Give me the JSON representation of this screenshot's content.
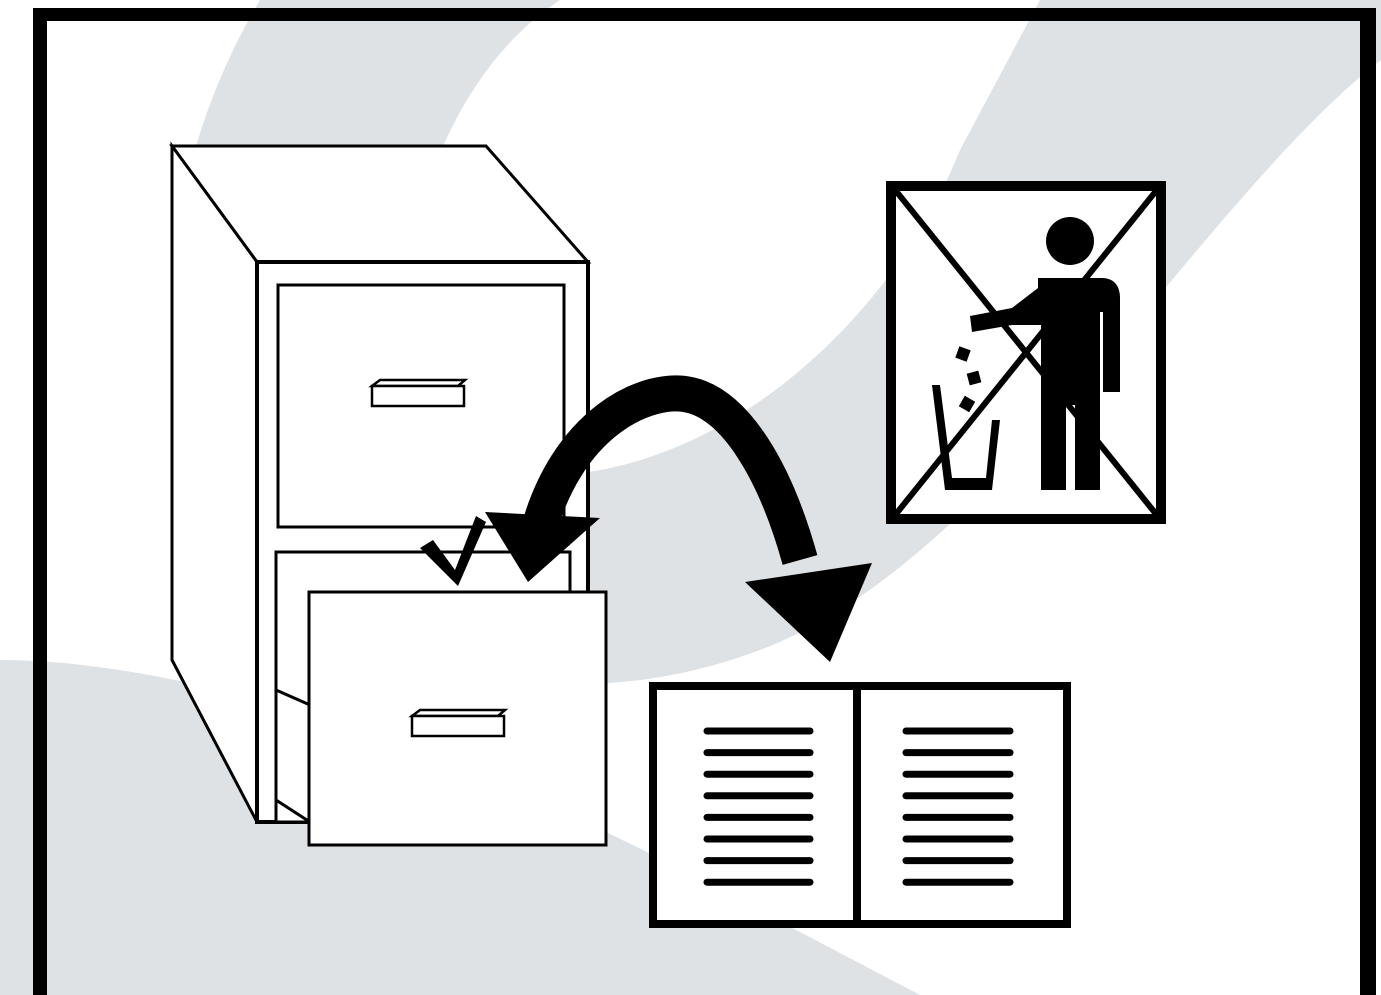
{
  "illustration": {
    "frame": {
      "border_color": "#000000",
      "background": "#ffffff"
    },
    "watermark": {
      "color": "#dfe2e4",
      "shape": "large-swoosh"
    },
    "cabinet": {
      "icon": "filing-cabinet-icon",
      "open_drawer": "bottom",
      "mark": "checkmark"
    },
    "arrow": {
      "icon": "double-headed-curved-arrow-icon",
      "color": "#000000"
    },
    "prohibition": {
      "icon": "no-littering-icon",
      "meaning": "do not discard"
    },
    "document": {
      "icon": "open-book-icon",
      "pages": 2,
      "lines_per_page": 8
    }
  }
}
